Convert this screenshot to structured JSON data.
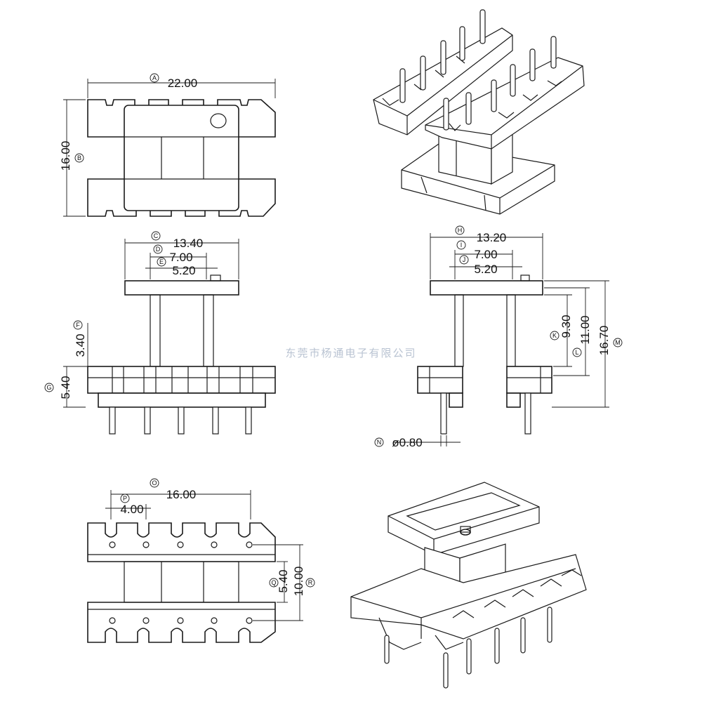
{
  "dimensions": {
    "width_22": {
      "tag": "A",
      "value": "22.00"
    },
    "height_16": {
      "tag": "B",
      "value": "16.00"
    },
    "front_width": {
      "tag": "C",
      "value": "13.40"
    },
    "front_inner": {
      "tag": "D",
      "value": "7.00"
    },
    "front_core": {
      "tag": "E",
      "value": "5.20"
    },
    "front_h1": {
      "tag": "F",
      "value": "3.40"
    },
    "front_h2": {
      "tag": "G",
      "value": "5.40"
    },
    "side_width": {
      "tag": "H",
      "value": "13.20"
    },
    "side_inner": {
      "tag": "I",
      "value": "7.00"
    },
    "side_core": {
      "tag": "J",
      "value": "5.20"
    },
    "side_h1": {
      "tag": "K",
      "value": "9.30"
    },
    "side_h2": {
      "tag": "L",
      "value": "11.00"
    },
    "side_h3": {
      "tag": "M",
      "value": "16.70"
    },
    "pin_dia": {
      "tag": "N",
      "value": "ø0.80"
    },
    "pitch_total": {
      "tag": "O",
      "value": "16.00"
    },
    "pitch": {
      "tag": "P",
      "value": "4.00"
    },
    "row_gap": {
      "tag": "Q",
      "value": "5.40"
    },
    "row_span": {
      "tag": "R",
      "value": "10.00"
    }
  },
  "watermark": "东莞市杨通电子有限公司"
}
